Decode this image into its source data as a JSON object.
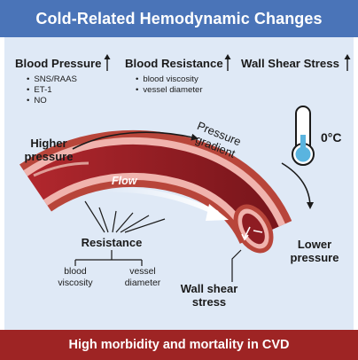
{
  "title": "Cold-Related Hemodynamic Changes",
  "footer": "High morbidity and mortality in CVD",
  "blood_pressure": {
    "label": "Blood Pressure",
    "items": [
      "SNS/RAAS",
      "ET-1",
      "NO"
    ]
  },
  "blood_resistance": {
    "label": "Blood Resistance",
    "items": [
      "blood viscosity",
      "vessel diameter"
    ]
  },
  "wall_shear_stress": {
    "label": "Wall Shear Stress"
  },
  "diagram": {
    "higher_pressure": [
      "Higher",
      "pressure"
    ],
    "pressure_gradient": [
      "Pressure",
      "gradient"
    ],
    "temperature": "0°C",
    "flow": "Flow",
    "resistance": "Resistance",
    "blood_viscosity": [
      "blood",
      "viscosity"
    ],
    "vessel_diameter": [
      "vessel",
      "diameter"
    ],
    "wall_shear_stress": [
      "Wall shear",
      "stress"
    ],
    "lower_pressure": [
      "Lower",
      "pressure"
    ]
  },
  "colors": {
    "header": "#4a74b8",
    "panel": "#dfe9f6",
    "footer": "#9e2424",
    "vessel_outer": "#b8453a",
    "vessel_wall": "#f0b3ad",
    "lumen": "#8e1c22",
    "thermometer_fluid": "#5ab4df"
  },
  "icons": [
    "up-arrow-icon",
    "thermometer-icon",
    "flow-arrow-icon"
  ]
}
